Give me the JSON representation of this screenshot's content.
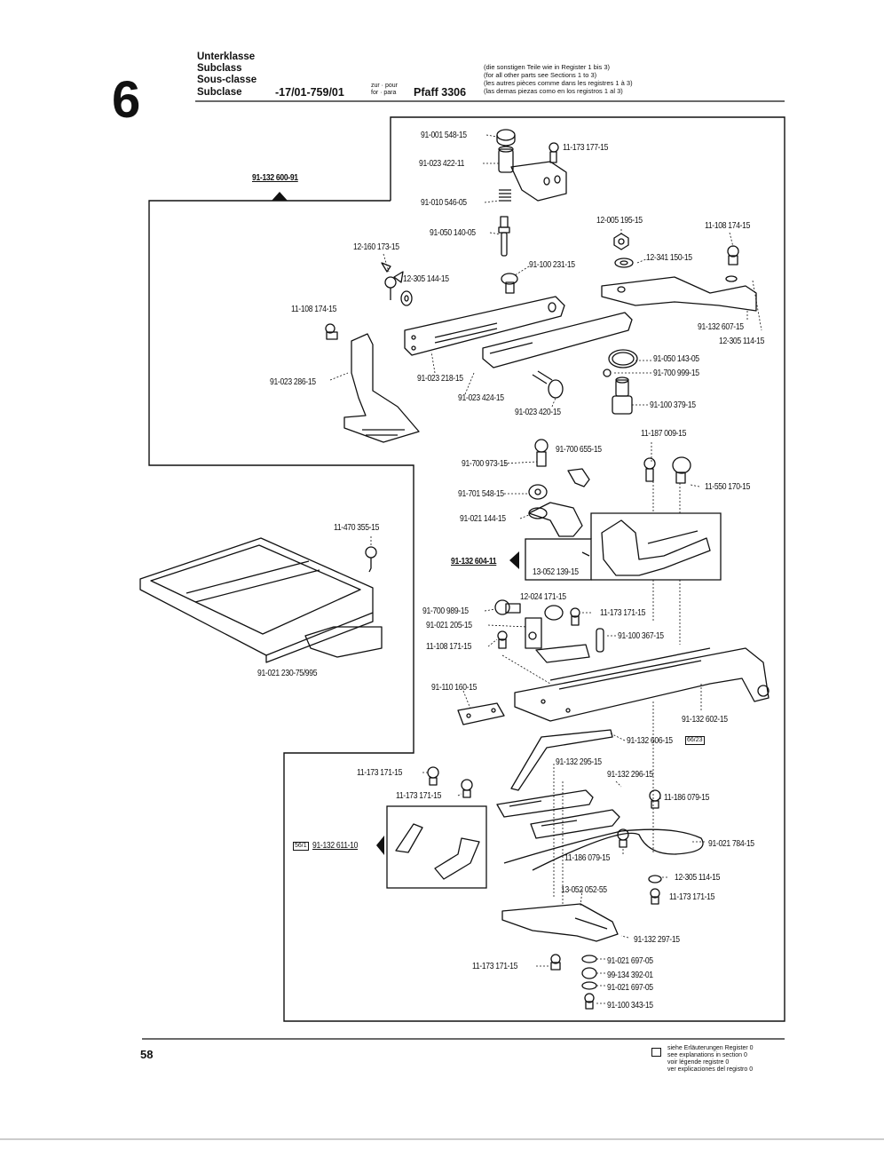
{
  "header": {
    "section_number": "6",
    "labels": [
      "Unterklasse",
      "Subclass",
      "Sous-classe",
      "Subclase"
    ],
    "subclass_code": "-17/01-759/01",
    "for_words": [
      "zur · pour",
      "for · para"
    ],
    "machine": "Pfaff 3306",
    "notes": [
      "(die sonstigen Teile wie in Register 1 bis 3)",
      "(for all other parts see Sections 1 to 3)",
      "(les autres pièces comme dans les registres 1 à 3)",
      "(las demas piezas como en los registros 1 al 3)"
    ]
  },
  "parts": {
    "p01": "91-001 548-15",
    "p02": "11-173 177-15",
    "p03": "91-023 422-11",
    "p04": "91-132 600-91",
    "p05": "91-010 546-05",
    "p06": "91-050 140-05",
    "p07": "12-005 195-15",
    "p08": "11-108 174-15",
    "p09": "12-160 173-15",
    "p10": "12-341 150-15",
    "p11": "91-100 231-15",
    "p12": "12-305 144-15",
    "p13": "11-108 174-15",
    "p14": "91-132 607-15",
    "p15": "12-305 114-15",
    "p16": "91-050 143-05",
    "p17": "91-700 999-15",
    "p18": "91-023 286-15",
    "p19": "91-023 218-15",
    "p20": "91-023 424-15",
    "p21": "91-023 420-15",
    "p22": "91-100 379-15",
    "p23": "11-187 009-15",
    "p24": "91-700 655-15",
    "p25": "91-700 973-15",
    "p26": "11-550 170-15",
    "p27": "91-701 548-15",
    "p28": "91-021 144-15",
    "p29": "11-470 355-15",
    "p30": "91-132 604-11",
    "p31": "13-052 139-15",
    "p32": "12-024 171-15",
    "p33": "91-700 989-15",
    "p34": "11-173 171-15",
    "p35": "91-021 205-15",
    "p36": "91-100 367-15",
    "p37": "11-108 171-15",
    "p38": "91-021 230-75/995",
    "p39": "91-110 160-15",
    "p40": "91-132 602-15",
    "p41": "91-132 606-15",
    "p42": "91-132 295-15",
    "p43": "11-173 171-15",
    "p44": "91-132 296-15",
    "p45": "11-173 171-15",
    "p46": "11-186 079-15",
    "p47": "91-132 611-10",
    "p48": "91-021 784-15",
    "p49": "11-186 079-15",
    "p50": "12-305 114-15",
    "p51": "13-052 052-55",
    "p52": "11-173 171-15",
    "p53": "91-132 297-15",
    "p54": "11-173 171-15",
    "p55": "91-021 697-05",
    "p56": "99-134 392-01",
    "p57": "91-021 697-05",
    "p58": "91-100 343-15"
  },
  "refs": {
    "r1": "66/23",
    "r2": "56/1"
  },
  "footer": {
    "page_number": "58",
    "legend": [
      "siehe Erläuterungen Register 0",
      "see explanations in section 0",
      "voir légende registre 0",
      "ver explicaciones del registro 0"
    ]
  }
}
